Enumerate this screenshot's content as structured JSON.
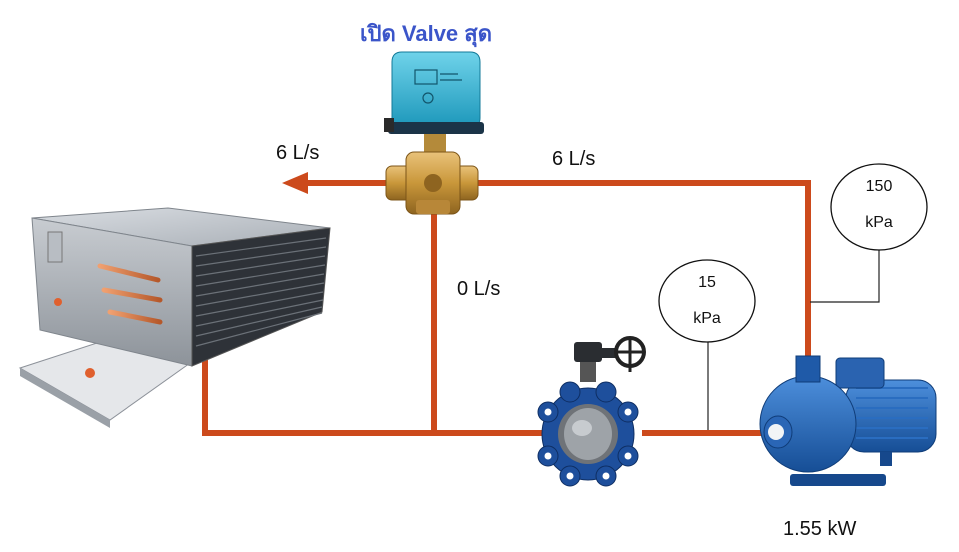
{
  "title": "เปิด Valve สุด",
  "flows": {
    "left_outlet": "6 L/s",
    "top_pipe": "6 L/s",
    "bypass": "0 L/s"
  },
  "gauges": {
    "high": {
      "value": "150",
      "unit": "kPa"
    },
    "low": {
      "value": "15",
      "unit": "kPa"
    }
  },
  "pump_power": "1.55 kW",
  "colors": {
    "pipe": "#cc4a1c",
    "title": "#3b55c9",
    "valve_actuator": "#29b3d6",
    "pump": "#1f63b5",
    "brass": "#c9973a"
  },
  "icons": [
    "fan-coil-unit-icon",
    "control-valve-icon",
    "butterfly-valve-icon",
    "centrifugal-pump-icon",
    "pressure-gauge-icon"
  ]
}
